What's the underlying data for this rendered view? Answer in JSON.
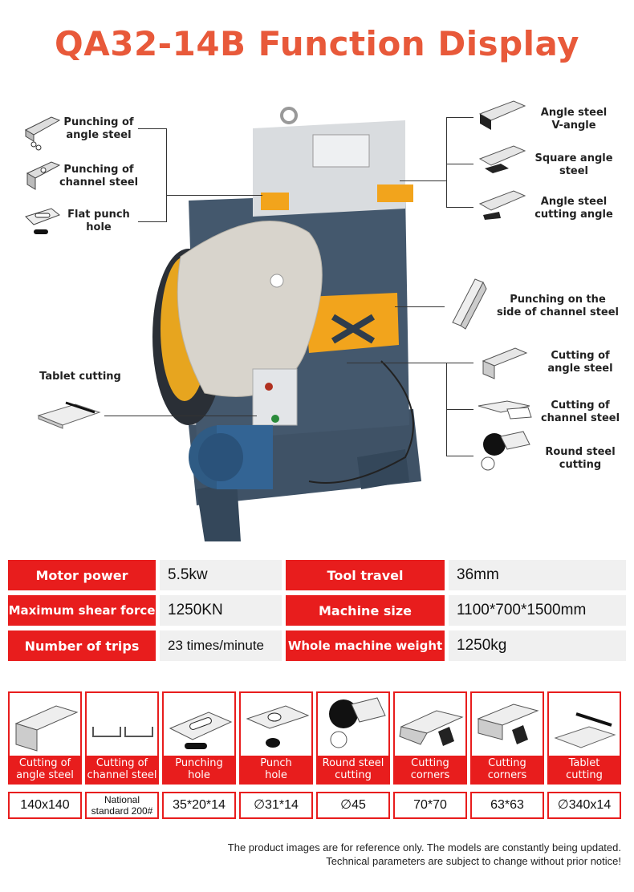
{
  "title": "QA32-14B Function Display",
  "callouts_left": [
    {
      "label": "Punching of\nangle steel",
      "icon": "angle-steel-punch-icon"
    },
    {
      "label": "Punching of\nchannel steel",
      "icon": "channel-steel-punch-icon"
    },
    {
      "label": "Flat punch\nhole",
      "icon": "flat-punch-hole-icon"
    },
    {
      "label": "Tablet cutting",
      "icon": "tablet-cutting-icon"
    }
  ],
  "callouts_right": [
    {
      "label": "Angle steel\nV-angle",
      "icon": "angle-v-icon"
    },
    {
      "label": "Square angle\nsteel",
      "icon": "square-angle-icon"
    },
    {
      "label": "Angle steel\ncutting angle",
      "icon": "angle-cutting-icon"
    },
    {
      "label": "Punching on the\nside of channel steel",
      "icon": "channel-side-punch-icon"
    },
    {
      "label": "Cutting of\nangle steel",
      "icon": "angle-cut-icon"
    },
    {
      "label": "Cutting of\nchannel steel",
      "icon": "channel-cut-icon"
    },
    {
      "label": "Round steel\ncutting",
      "icon": "round-steel-icon"
    }
  ],
  "specs": [
    {
      "label1": "Motor power",
      "value1": "5.5kw",
      "label2": "Tool travel",
      "value2": "36mm"
    },
    {
      "label1": "Maximum shear force",
      "value1": "1250KN",
      "label2": "Machine size",
      "value2": "1100*700*1500mm"
    },
    {
      "label1": "Number of trips",
      "value1": "23 times/minute",
      "label2": "Whole machine weight",
      "value2": "1250kg"
    }
  ],
  "functions": [
    {
      "label": "Cutting of\nangle steel",
      "value": "140x140"
    },
    {
      "label": "Cutting of\nchannel steel",
      "value": "National\nstandard 200#"
    },
    {
      "label": "Punching\nhole",
      "value": "35*20*14"
    },
    {
      "label": "Punch\nhole",
      "value": "∅31*14"
    },
    {
      "label": "Round steel\ncutting",
      "value": "∅45"
    },
    {
      "label": "Cutting\ncorners",
      "value": "70*70"
    },
    {
      "label": "Cutting\ncorners",
      "value": "63*63"
    },
    {
      "label": "Tablet\ncutting",
      "value": "∅340x14"
    }
  ],
  "footer": {
    "line1": "The product images are for reference only. The models are constantly being updated.",
    "line2": "Technical parameters are subject to change without prior notice!"
  },
  "colors": {
    "title": "#e8593a",
    "accent_red": "#e81d1d",
    "machine_blue": "#3f5266",
    "machine_orange": "#f2a41c"
  }
}
